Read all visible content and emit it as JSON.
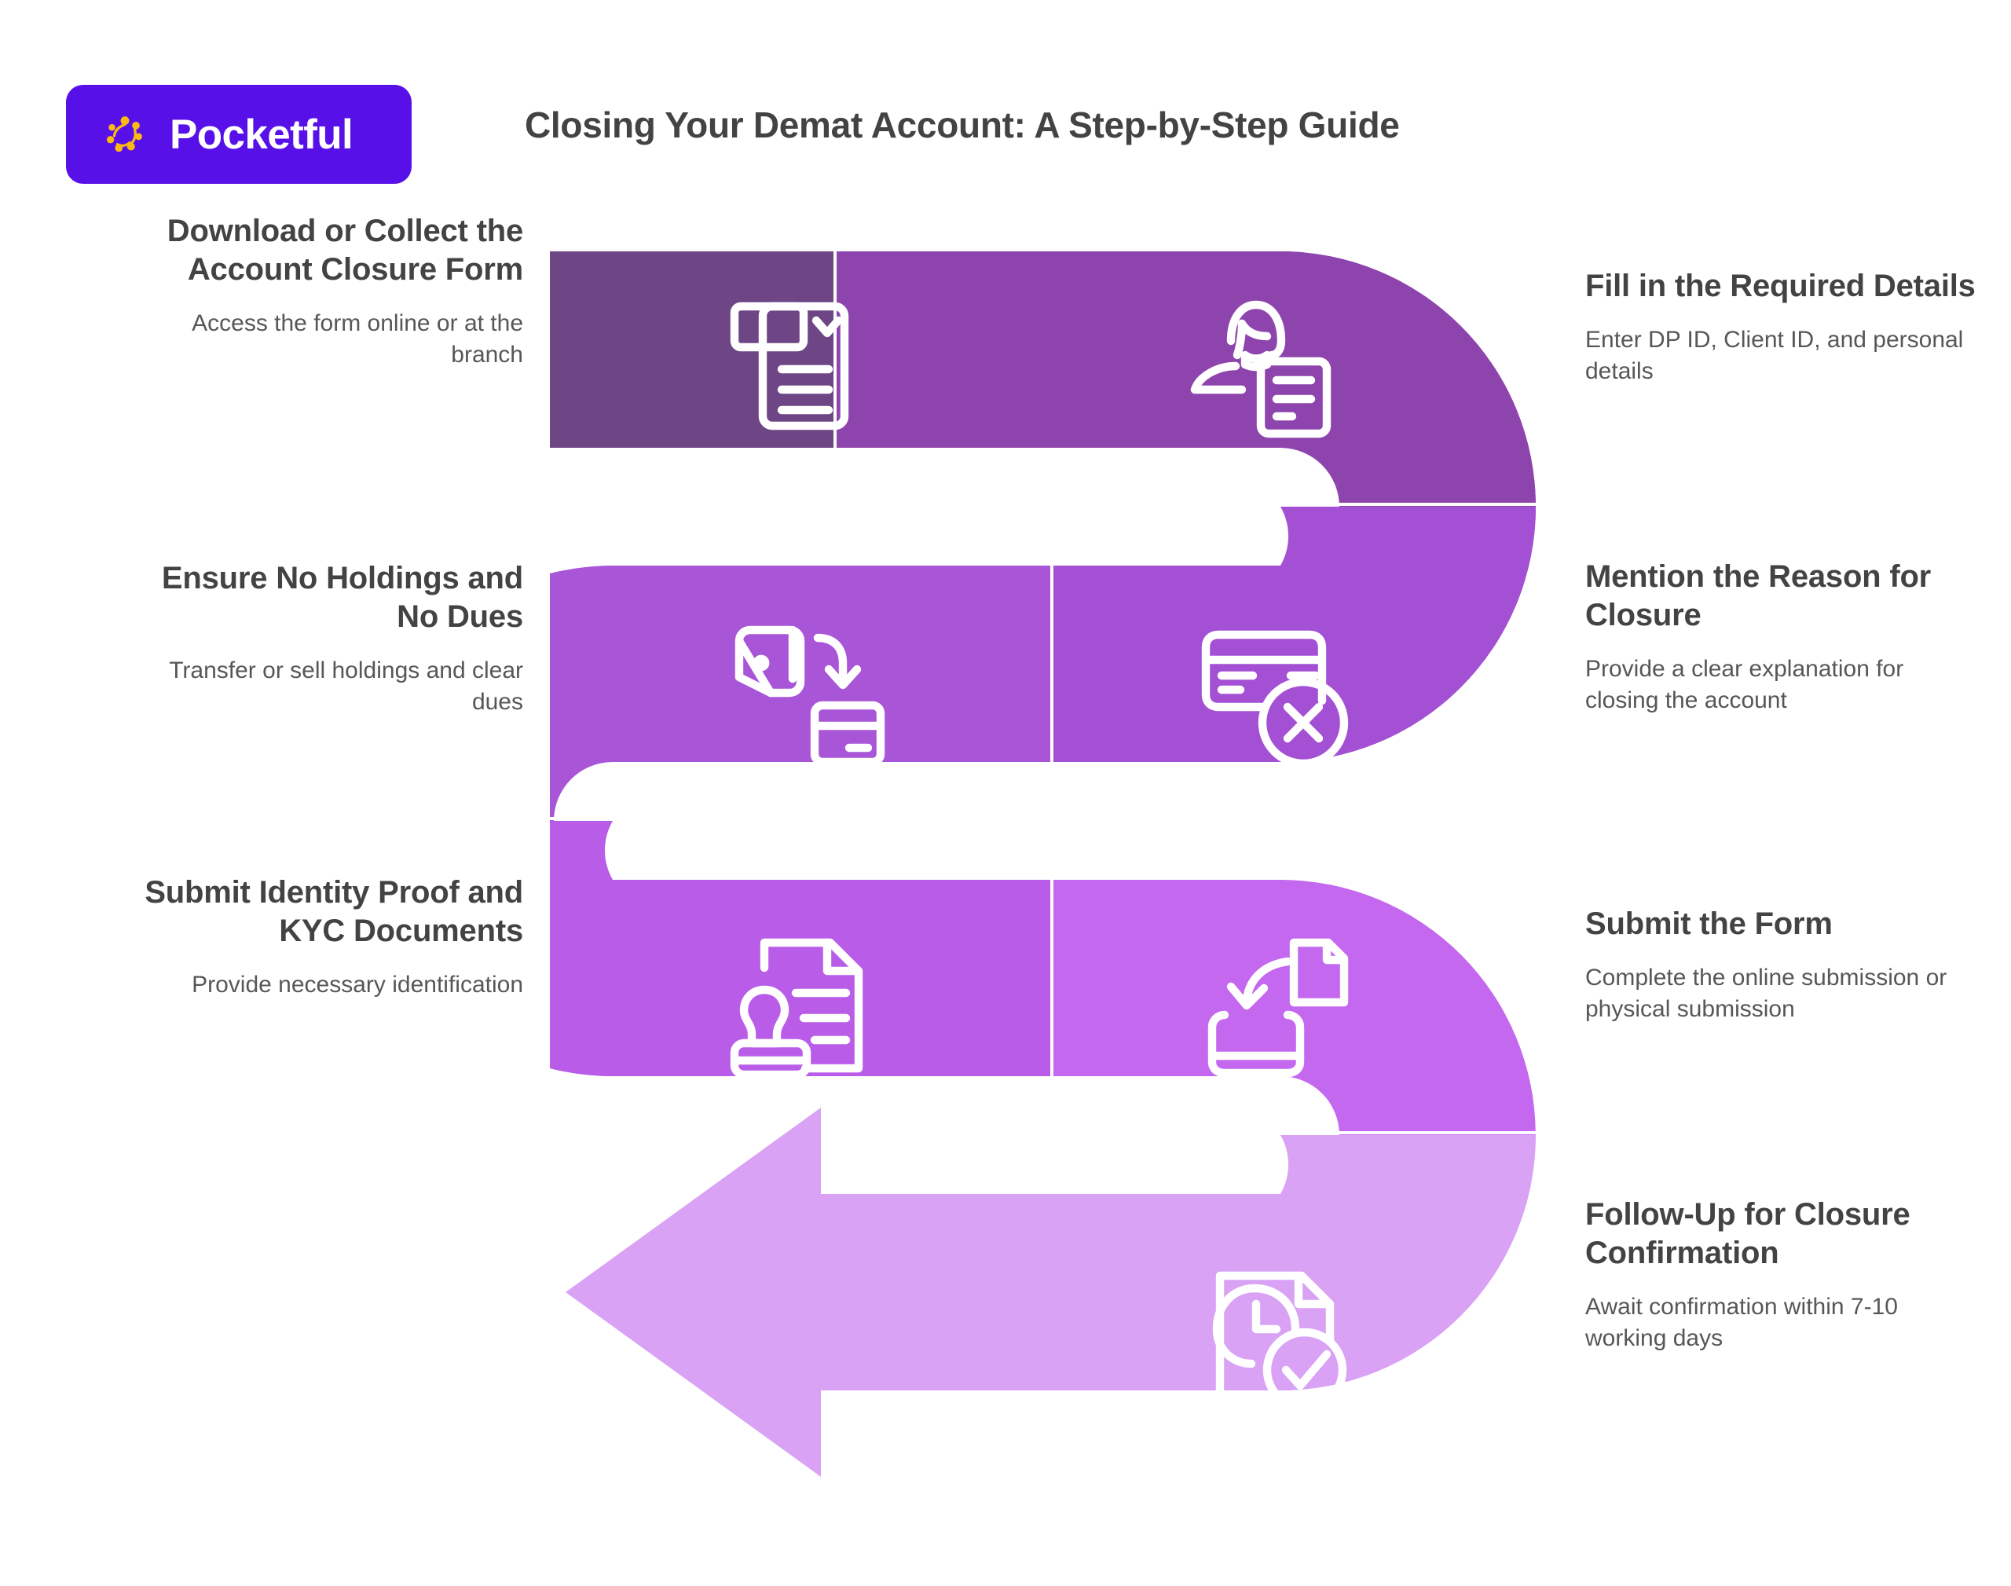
{
  "brand": {
    "name": "Pocketful",
    "badge_color": "#5711E8",
    "mark_color": "#FDB913",
    "mark_icon": "pocketful-starburst-icon"
  },
  "header": {
    "title": "Closing Your Demat Account: A Step-by-Step Guide",
    "title_color": "#434343"
  },
  "theme": {
    "background": "#FFFFFF",
    "heading_color": "#434343",
    "body_color": "#575757",
    "segment_colors": [
      "#6E4585",
      "#8E44AD",
      "#A450D4",
      "#A855D8",
      "#B95CE8",
      "#C468F0",
      "#D9A2F5"
    ]
  },
  "steps": [
    {
      "index": 1,
      "side": "left",
      "title": "Download or Collect the Account Closure Form",
      "description": "Access the form online or at the branch",
      "icon": "form-with-dropdown-icon",
      "color": "#6E4585"
    },
    {
      "index": 2,
      "side": "right",
      "title": "Fill in the Required Details",
      "description": "Enter DP ID, Client ID, and personal details",
      "icon": "person-with-form-icon",
      "color": "#8E44AD"
    },
    {
      "index": 3,
      "side": "right",
      "title": "Mention the Reason for Closure",
      "description": "Provide a clear explanation for closing the account",
      "icon": "card-cancel-icon",
      "color": "#A450D4"
    },
    {
      "index": 4,
      "side": "left",
      "title": "Ensure No Holdings and No Dues",
      "description": "Transfer or sell holdings and clear dues",
      "icon": "wallet-transfer-to-card-icon",
      "color": "#A855D8"
    },
    {
      "index": 5,
      "side": "left",
      "title": "Submit Identity Proof and KYC Documents",
      "description": "Provide necessary identification",
      "icon": "document-stamp-icon",
      "color": "#B95CE8"
    },
    {
      "index": 6,
      "side": "right",
      "title": "Submit the Form",
      "description": "Complete the online submission or physical submission",
      "icon": "monitor-upload-document-icon",
      "color": "#C468F0"
    },
    {
      "index": 7,
      "side": "right",
      "title": "Follow-Up for Closure Confirmation",
      "description": "Await confirmation within 7-10 working days",
      "icon": "document-clock-check-icon",
      "color": "#D9A2F5"
    }
  ],
  "flow": {
    "shape": "serpentine-ribbon-with-left-arrow",
    "arrow_direction": "left",
    "arrow_color": "#D9A2F5"
  }
}
